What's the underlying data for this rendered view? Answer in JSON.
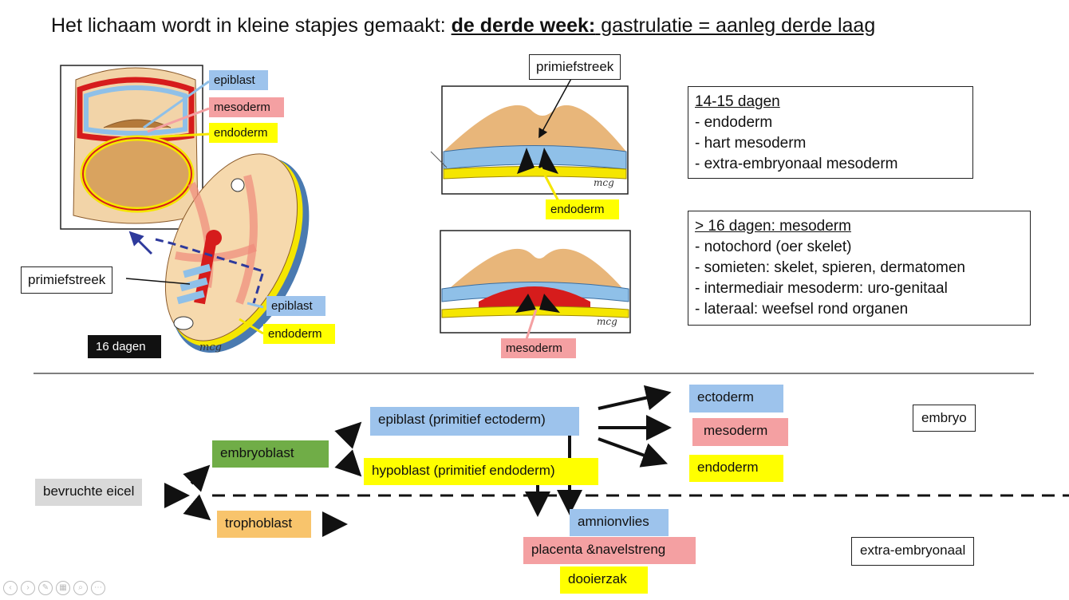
{
  "title": {
    "prefix": "Het lichaam wordt in kleine stapjes gemaakt: ",
    "bold": "de derde week:",
    "rest": " gastrulatie = aanleg derde laag"
  },
  "left_illustration": {
    "epiblast_top": "epiblast",
    "mesoderm_top": "mesoderm",
    "endoderm_top": "endoderm",
    "primiefstreek": "primiefstreek",
    "epiblast_bottom": "epiblast",
    "endoderm_bottom": "endoderm",
    "days_badge": "16 dagen",
    "signature": "mcg"
  },
  "middle_illustration": {
    "primiefstreek": "primiefstreek",
    "endoderm": "endoderm",
    "mesoderm": "mesoderm",
    "signature_top": "mcg",
    "signature_bottom": "mcg"
  },
  "box1": {
    "heading": "14-15 dagen",
    "items": [
      "- endoderm",
      "- hart mesoderm",
      "- extra-embryonaal mesoderm"
    ]
  },
  "box2": {
    "heading": "> 16 dagen: mesoderm",
    "items": [
      "- notochord (oer skelet)",
      "- somieten: skelet, spieren, dermatomen",
      "- intermediair mesoderm: uro-genitaal",
      "- lateraal: weefsel rond organen"
    ]
  },
  "flow": {
    "bevruchte_eicel": "bevruchte eicel",
    "embryoblast": "embryoblast",
    "trophoblast": "trophoblast",
    "epiblast": "epiblast (primitief ectoderm)",
    "hypoblast": "hypoblast (primitief  endoderm)",
    "ectoderm": "ectoderm",
    "mesoderm": "mesoderm",
    "endoderm": "endoderm",
    "amnionvlies": "amnionvlies",
    "placenta": "placenta &navelstreng",
    "dooierzak": "dooierzak",
    "embryo": "embryo",
    "extra_embryonaal": "extra-embryonaal"
  },
  "colors": {
    "epiblast": "#9dc3ec",
    "mesoderm": "#f4a0a2",
    "endoderm": "#ffff00",
    "embryoblast": "#70ad47",
    "trophoblast": "#f8c46c"
  }
}
